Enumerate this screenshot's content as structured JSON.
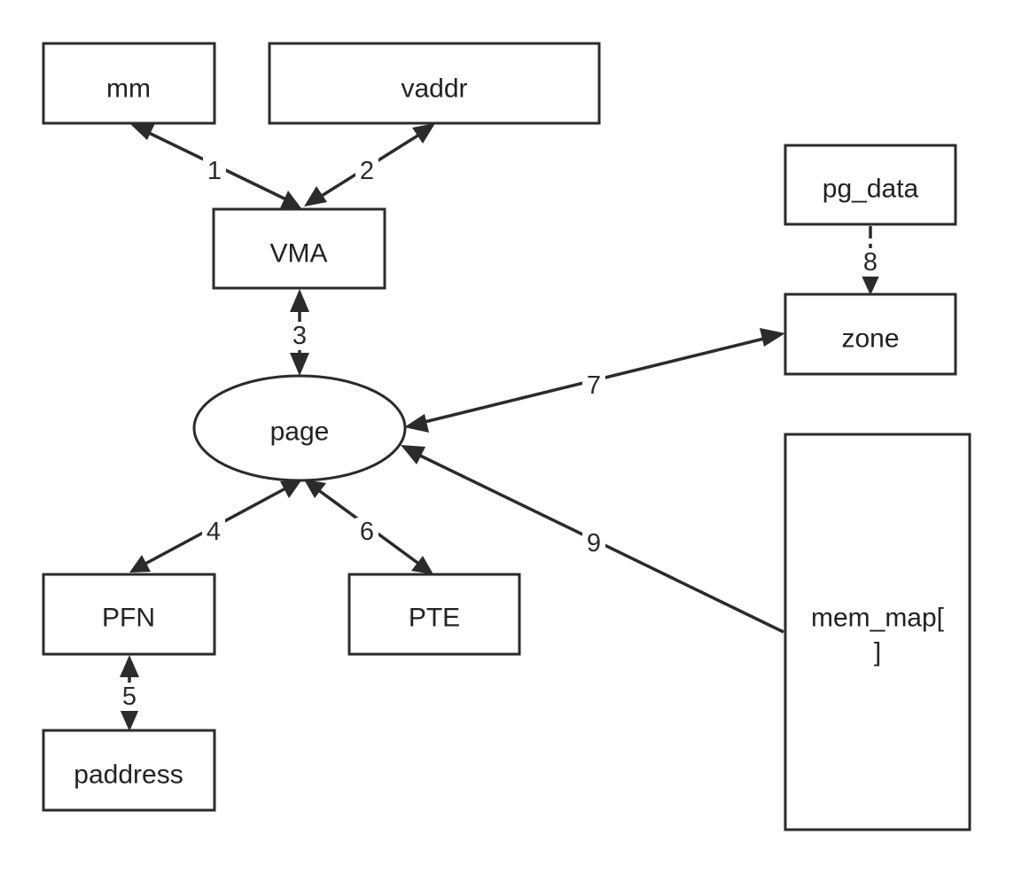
{
  "nodes": {
    "mm": "mm",
    "vaddr": "vaddr",
    "vma": "VMA",
    "page": "page",
    "pg_data": "pg_data",
    "zone": "zone",
    "pfn": "PFN",
    "pte": "PTE",
    "paddress": "paddress",
    "mem_map_line1": "mem_map[",
    "mem_map_line2": "]"
  },
  "edges": {
    "e1": "1",
    "e2": "2",
    "e3": "3",
    "e4": "4",
    "e5": "5",
    "e6": "6",
    "e7": "7",
    "e8": "8",
    "e9": "9"
  },
  "colors": {
    "stroke": "#2b2b2b",
    "background": "#ffffff",
    "text": "#222222"
  }
}
